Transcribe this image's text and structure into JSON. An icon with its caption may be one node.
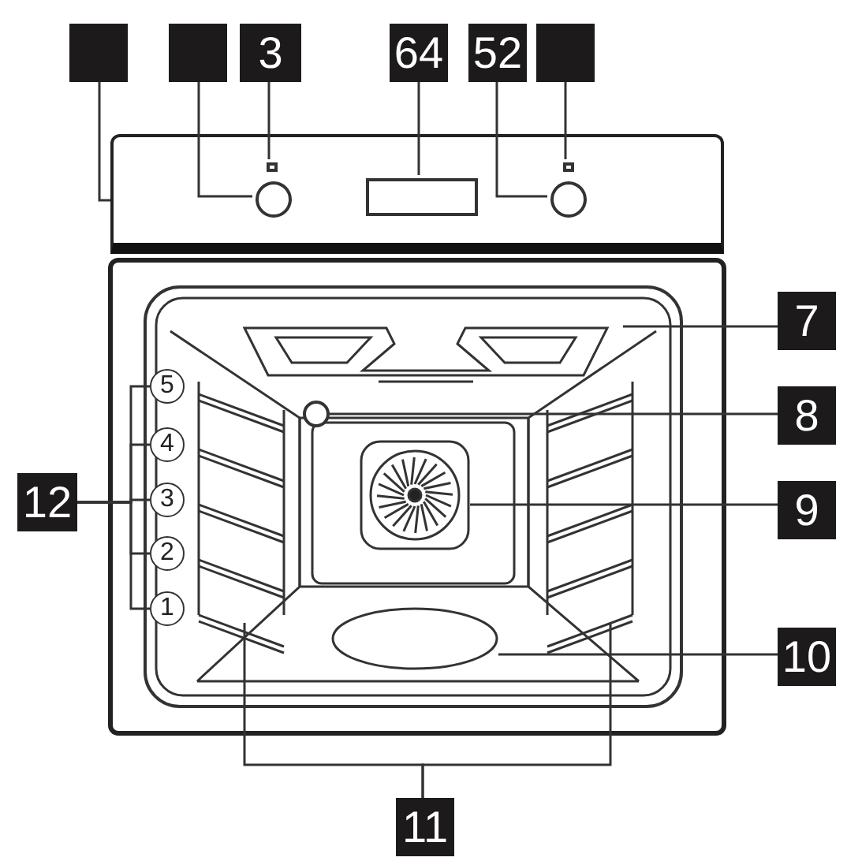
{
  "diagram": {
    "nodes": [
      {
        "text": [],
        "shape": "box"
      },
      {
        "text": [],
        "shape": "box"
      },
      {
        "text": [
          "3"
        ]
      },
      {
        "text": [
          "64"
        ]
      },
      {
        "text": [
          "52"
        ]
      },
      {
        "text": [],
        "shape": "box"
      },
      {
        "text": [],
        "shape": "box"
      },
      {
        "text": [],
        "shape": "box",
        "in": 6
      },
      {
        "text": [],
        "shape": "circle",
        "in": 6
      },
      {
        "text": [],
        "shape": "box",
        "in": 6
      },
      {
        "text": [],
        "shape": "box",
        "in": 6
      },
      {
        "text": [],
        "shape": "circle",
        "in": 6
      },
      {
        "text": [
          "7"
        ]
      },
      {
        "text": [],
        "shape": "coil"
      },
      {
        "text": [
          "8"
        ]
      },
      {
        "text": [],
        "shape": "circle"
      },
      {
        "text": [
          "9"
        ]
      },
      {
        "text": [],
        "shape": "fan"
      },
      {
        "text": [
          "12"
        ]
      },
      {
        "text": [
          "5"
        ]
      },
      {
        "text": [
          "4"
        ]
      },
      {
        "text": [
          "3"
        ]
      },
      {
        "text": [
          "2"
        ]
      },
      {
        "text": [
          "1"
        ]
      },
      {
        "text": [
          "10"
        ]
      },
      {
        "text": [],
        "shape": "ellipse"
      },
      {
        "text": [],
        "shape": "rack"
      },
      {
        "text": [],
        "shape": "rack"
      },
      {
        "text": [
          "11"
        ]
      }
    ],
    "edges": [
      {
        "from": 0,
        "to": 6,
        "arrow": "none"
      },
      {
        "from": 1,
        "to": 8,
        "arrow": "none"
      },
      {
        "from": 2,
        "to": 7,
        "arrow": "none"
      },
      {
        "from": 3,
        "to": 9,
        "arrow": "none"
      },
      {
        "from": 4,
        "to": 11,
        "arrow": "none"
      },
      {
        "from": 5,
        "to": 10,
        "arrow": "none"
      },
      {
        "from": 12,
        "to": 13,
        "arrow": "none"
      },
      {
        "from": 14,
        "to": 15,
        "arrow": "none"
      },
      {
        "from": 16,
        "to": 17,
        "arrow": "none"
      },
      {
        "from": 18,
        "to": 19,
        "arrow": "none"
      },
      {
        "from": 18,
        "to": 20,
        "arrow": "none"
      },
      {
        "from": 18,
        "to": 21,
        "arrow": "none"
      },
      {
        "from": 18,
        "to": 22,
        "arrow": "none"
      },
      {
        "from": 18,
        "to": 23,
        "arrow": "none"
      },
      {
        "from": 24,
        "to": 25,
        "arrow": "none"
      },
      {
        "from": 28,
        "to": 26,
        "arrow": "none"
      },
      {
        "from": 28,
        "to": 27,
        "arrow": "none"
      }
    ]
  }
}
